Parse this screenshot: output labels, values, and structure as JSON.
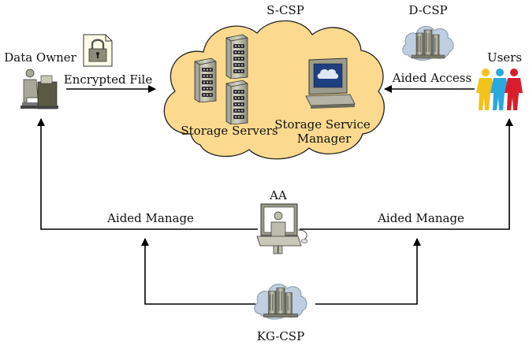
{
  "labels": {
    "s_csp": "S-CSP",
    "d_csp": "D-CSP",
    "kg_csp": "KG-CSP",
    "aa": "AA",
    "data_owner": "Data Owner",
    "users": "Users",
    "encrypted_file": "Encrypted File",
    "aided_access": "Aided Access",
    "aided_manage_left": "Aided Manage",
    "aided_manage_right": "Aided Manage",
    "storage_servers": "Storage Servers",
    "ssm_line1": "Storage Service",
    "ssm_line2": "Manager"
  },
  "colors": {
    "cloud_fill": "#fbd98f",
    "cloud_stroke": "#222222",
    "line": "#000000",
    "csp_cloud": "#bfcfe0",
    "user_yellow": "#f2c21b",
    "user_blue": "#2aa8e0",
    "user_red": "#d81e2a"
  },
  "icons": {
    "lock": "file-lock-icon",
    "server": "server-rack-icon",
    "monitor": "monitor-icon",
    "owner": "person-at-desk-icon",
    "users": "user-group-icon",
    "datacenter": "datacenter-cloud-icon",
    "admin": "admin-terminal-icon"
  }
}
